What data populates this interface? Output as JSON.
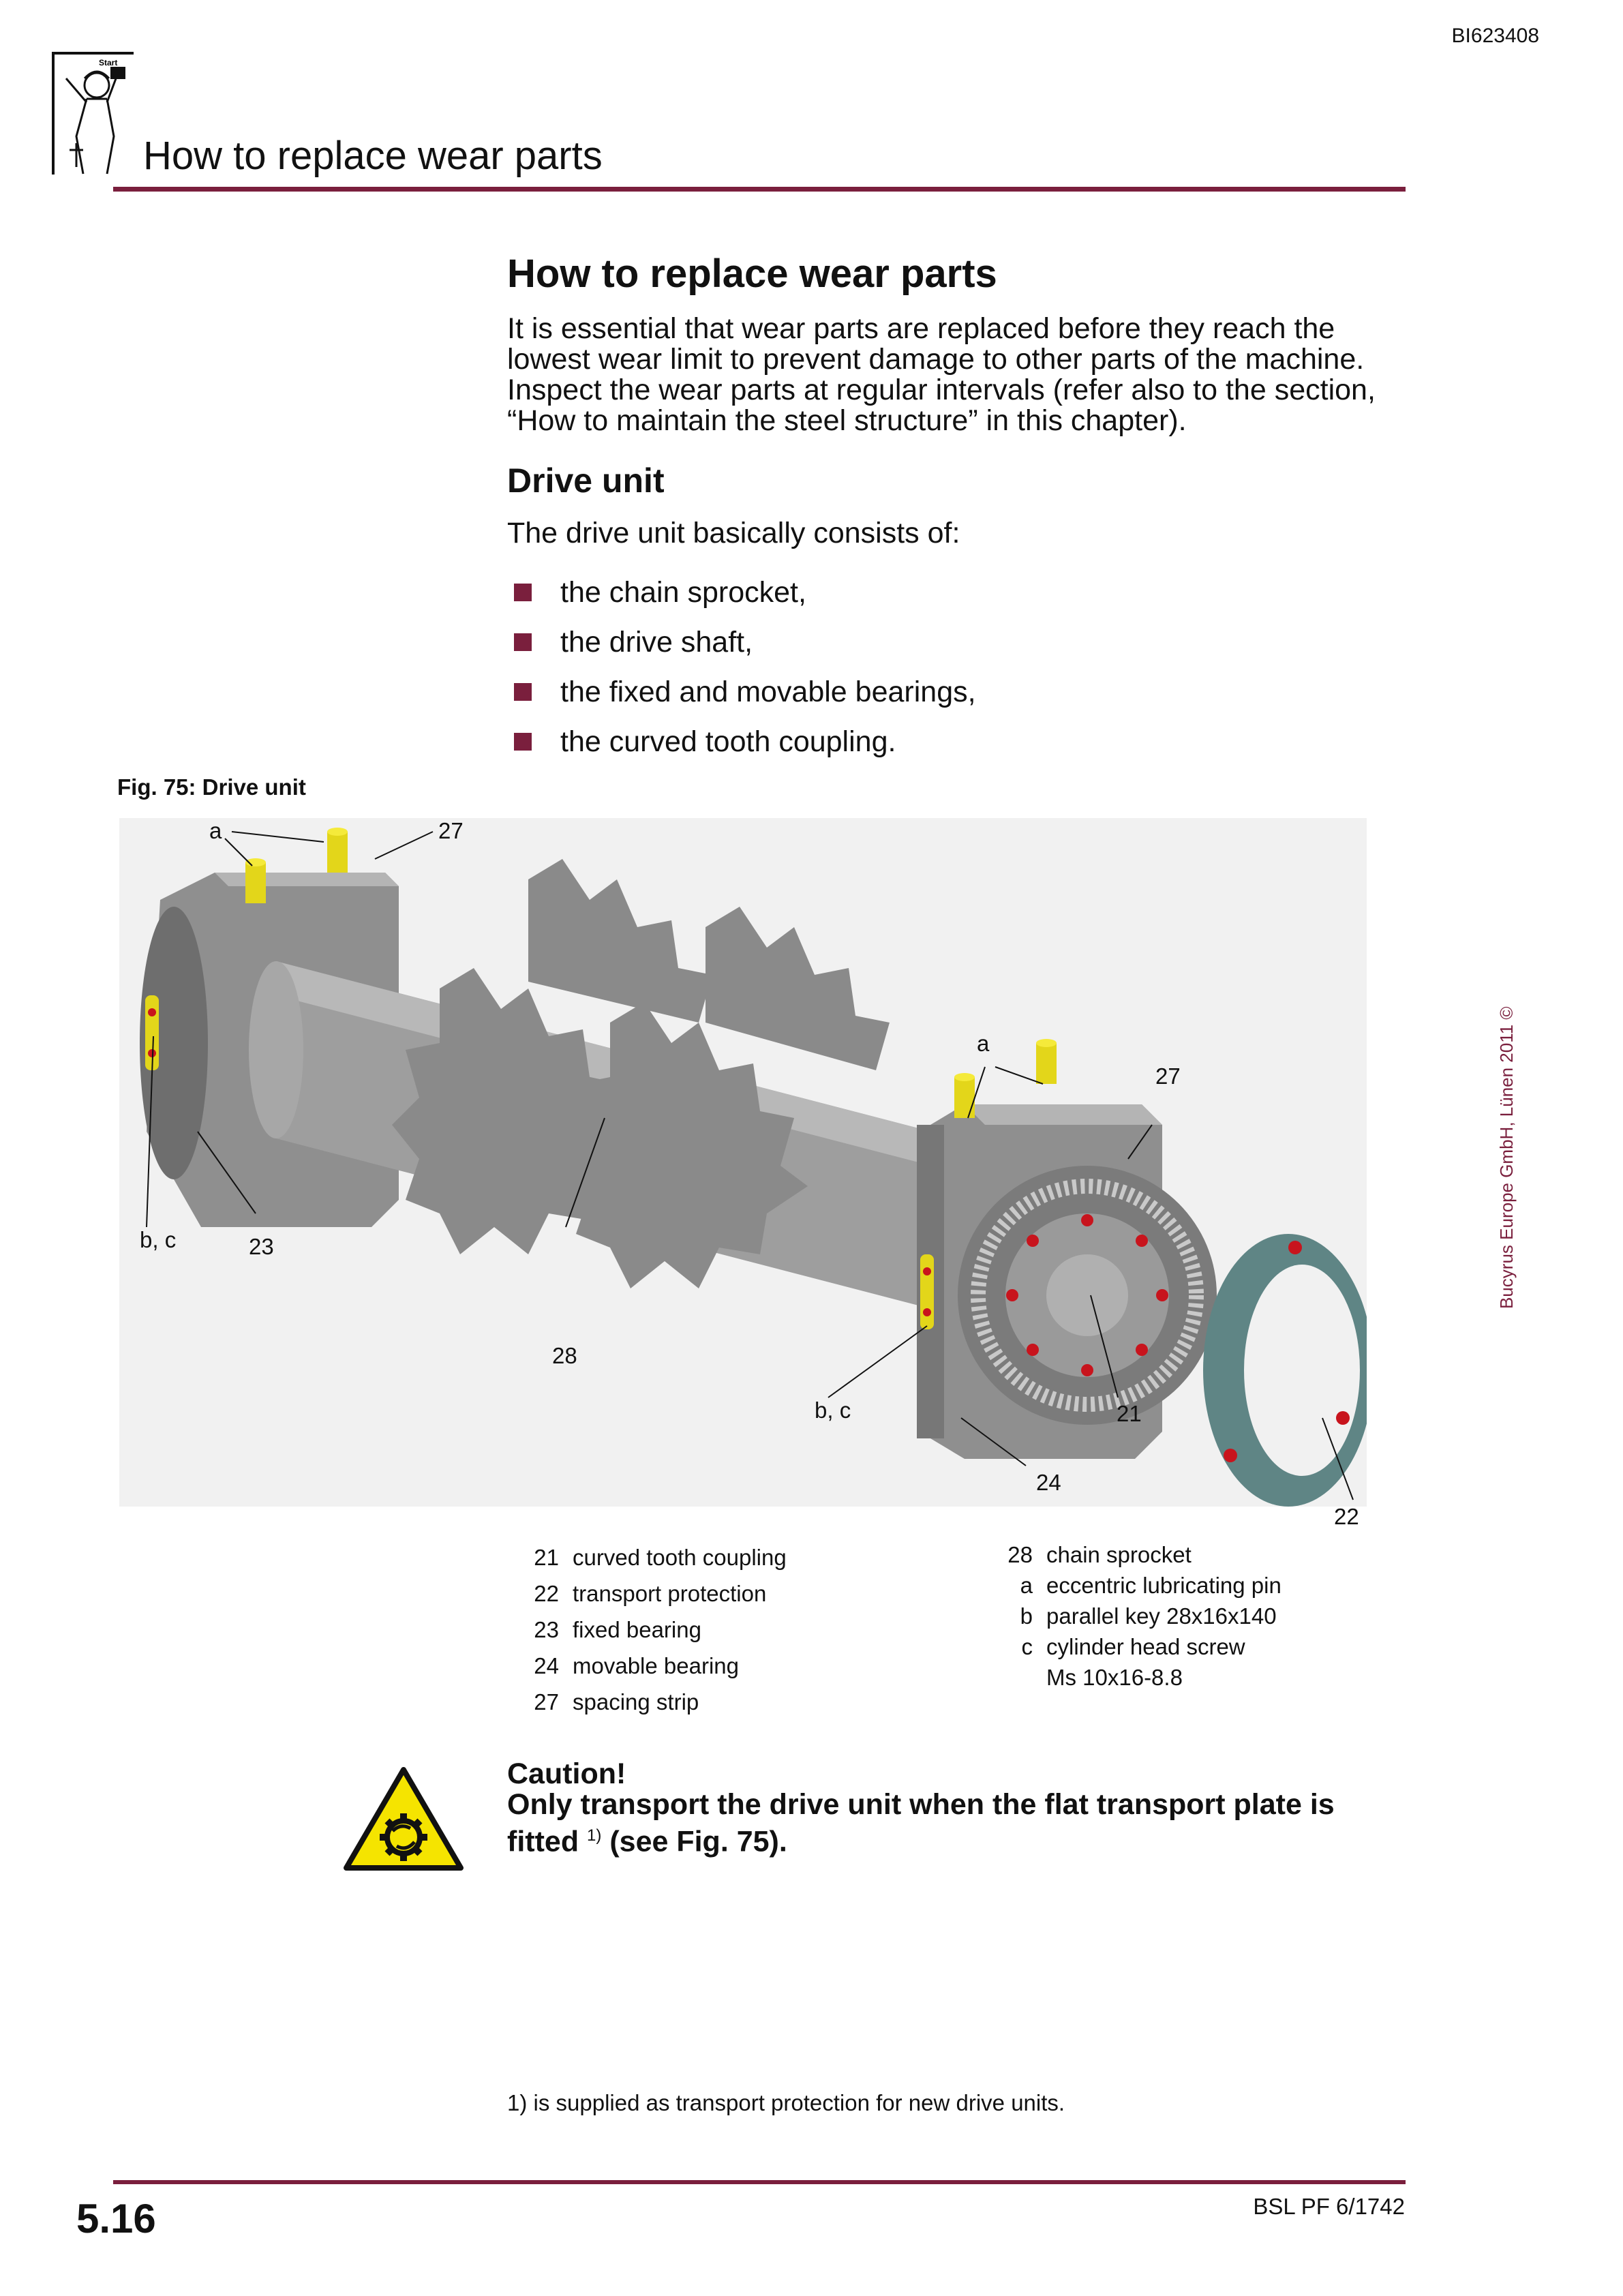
{
  "header": {
    "doc_id": "BI623408",
    "title": "How to replace wear parts",
    "logo_text": "Start"
  },
  "main": {
    "title": "How to replace wear parts",
    "intro": "It is essential that wear parts are replaced before they reach the lowest wear limit to prevent damage to other parts of the machine. Inspect the wear parts at regular intervals (refer also to the section, “How to maintain the steel structure” in this chapter).",
    "section_title": "Drive unit",
    "section_intro": "The drive unit basically consists of:",
    "bullets": [
      "the chain sprocket,",
      "the drive shaft,",
      "the fixed and movable bearings,",
      "the curved tooth coupling."
    ]
  },
  "figure": {
    "caption": "Fig. 75:  Drive unit",
    "callouts": {
      "a_left": "a",
      "c27_left": "27",
      "a_right": "a",
      "c27_right": "27",
      "bc_left": "b, c",
      "c23": "23",
      "c28": "28",
      "bc_right": "b, c",
      "c21": "21",
      "c24": "24",
      "c22": "22"
    }
  },
  "legend": {
    "left": [
      {
        "num": "21",
        "text": "curved tooth coupling"
      },
      {
        "num": "22",
        "text": "transport protection"
      },
      {
        "num": "23",
        "text": "fixed bearing"
      },
      {
        "num": "24",
        "text": "movable bearing"
      },
      {
        "num": "27",
        "text": "spacing strip"
      }
    ],
    "right": [
      {
        "num": "28",
        "text": "chain sprocket"
      },
      {
        "num": "a",
        "text": "eccentric lubricating pin"
      },
      {
        "num": "b",
        "text": "parallel key 28x16x140"
      },
      {
        "num": "c",
        "text": "cylinder head screw"
      },
      {
        "num": "",
        "text": "Ms 10x16-8.8"
      }
    ]
  },
  "caution": {
    "heading": "Caution!",
    "text": "Only transport the drive unit when the flat transport plate is fitted",
    "superscript": "1)",
    "suffix": " (see Fig. 75)."
  },
  "footnote": "1) is supplied as transport protection for new drive units.",
  "footer": {
    "page_number": "5.16",
    "doc_ref": "BSL PF 6/1742",
    "copyright": "Bucyrus Europe GmbH, Lünen 2011 ©"
  },
  "colors": {
    "accent": "#7a1f3d",
    "warning": "#f5e400"
  }
}
